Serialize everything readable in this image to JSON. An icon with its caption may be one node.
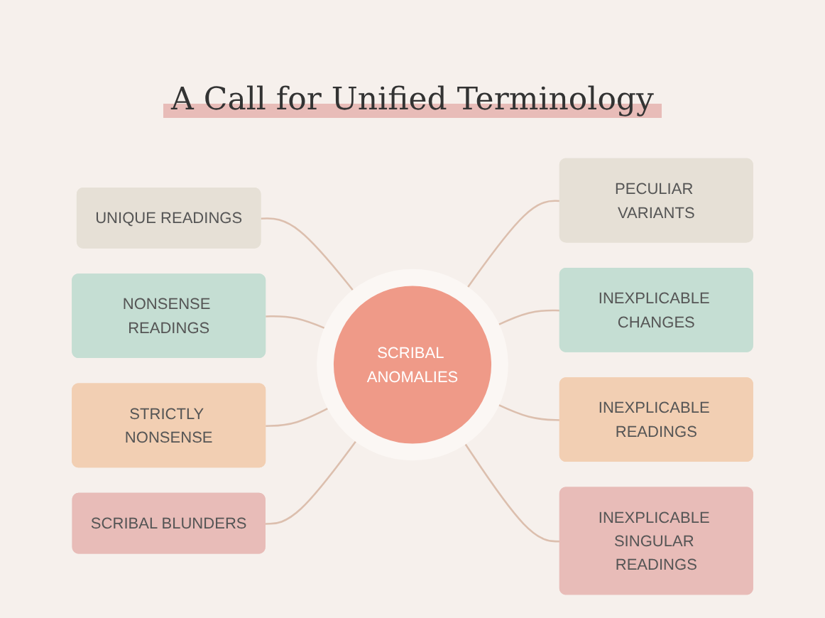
{
  "diagram": {
    "title": "A Call for Unified Terminology",
    "nodes": [
      {
        "text": [
          "SCRIBAL ANOMALIES"
        ]
      },
      {
        "text": [
          "UNIQUE READINGS"
        ]
      },
      {
        "text": [
          "PECULIAR VARIANTS"
        ]
      },
      {
        "text": [
          "NONSENSE READINGS"
        ]
      },
      {
        "text": [
          "INEXPLICABLE CHANGES"
        ]
      },
      {
        "text": [
          "STRICTLY NONSENSE"
        ]
      },
      {
        "text": [
          "INEXPLICABLE READINGS"
        ]
      },
      {
        "text": [
          "SCRIBAL BLUNDERS"
        ]
      },
      {
        "text": [
          "INEXPLICABLE SINGULAR READINGS"
        ]
      }
    ],
    "edges": [
      {
        "from": 1,
        "to": 0,
        "arrow": "none"
      },
      {
        "from": 0,
        "to": 2,
        "arrow": "none"
      },
      {
        "from": 3,
        "to": 0,
        "arrow": "none"
      },
      {
        "from": 0,
        "to": 4,
        "arrow": "none"
      },
      {
        "from": 5,
        "to": 0,
        "arrow": "none"
      },
      {
        "from": 0,
        "to": 6,
        "arrow": "none"
      },
      {
        "from": 7,
        "to": 0,
        "arrow": "none"
      },
      {
        "from": 0,
        "to": 8,
        "arrow": "none"
      }
    ]
  }
}
